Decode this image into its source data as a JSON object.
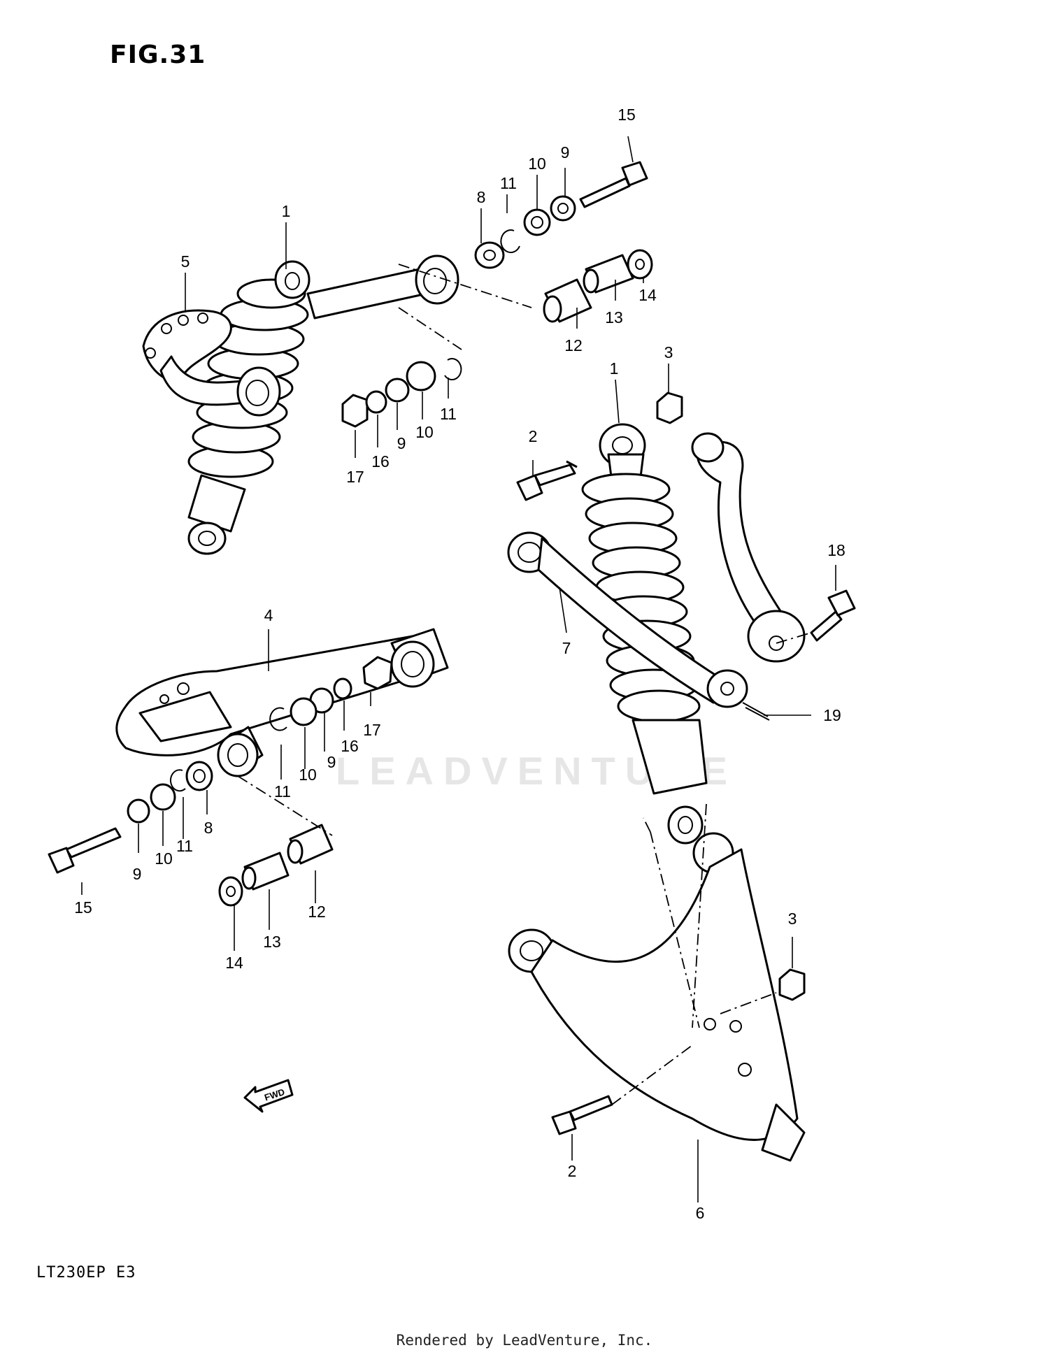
{
  "figure": {
    "title": "FIG.31",
    "model_code": "LT230EP  E3",
    "credit": "Rendered by LeadVenture, Inc.",
    "watermark": "LEADVENTURE",
    "fwd_marker": "FWD"
  },
  "callouts": [
    "1",
    "5",
    "8",
    "9",
    "10",
    "11",
    "15",
    "12",
    "13",
    "14",
    "17",
    "16",
    "9",
    "10",
    "11",
    "1",
    "3",
    "2",
    "18",
    "7",
    "19",
    "4",
    "17",
    "16",
    "9",
    "10",
    "11",
    "8",
    "11",
    "10",
    "9",
    "15",
    "12",
    "13",
    "14",
    "3",
    "2",
    "6"
  ]
}
